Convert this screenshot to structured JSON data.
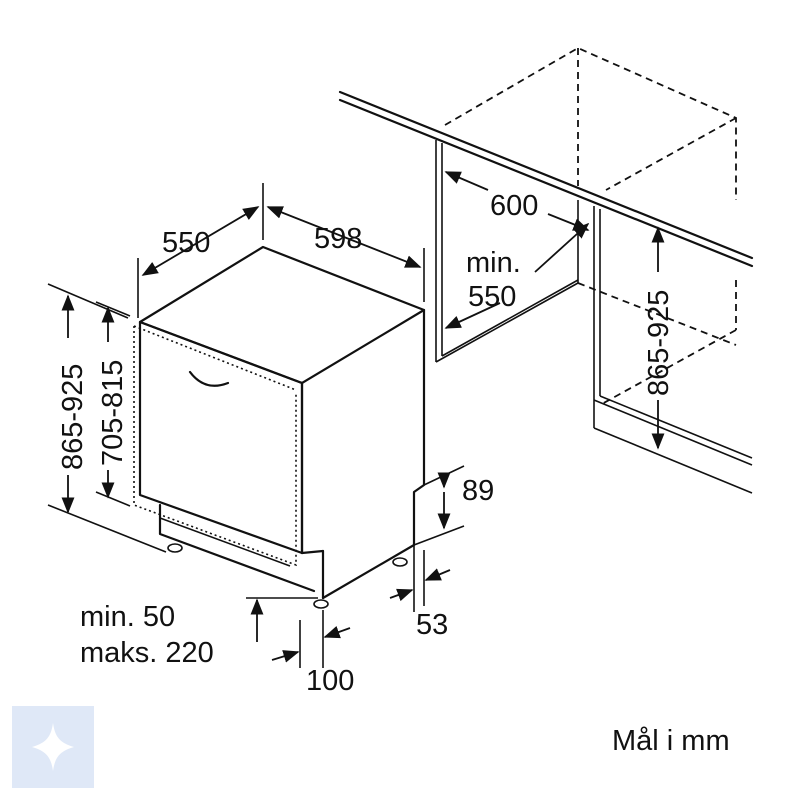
{
  "dimensions": {
    "width_appliance": "598",
    "depth_appliance": "550",
    "height_total_left": "865-925",
    "height_door": "705-815",
    "niche_width": "600",
    "niche_depth_line1": "min.",
    "niche_depth_line2": "550",
    "niche_height": "865-925",
    "plinth_height": "89",
    "plinth_offset": "53",
    "foot_line1": "min. 50",
    "foot_line2": "maks. 220",
    "foot_depth": "100"
  },
  "footer": {
    "units_note": "Mål i mm"
  },
  "badge": {
    "icon": "sparkle-icon",
    "color": "#dfe8f7"
  }
}
